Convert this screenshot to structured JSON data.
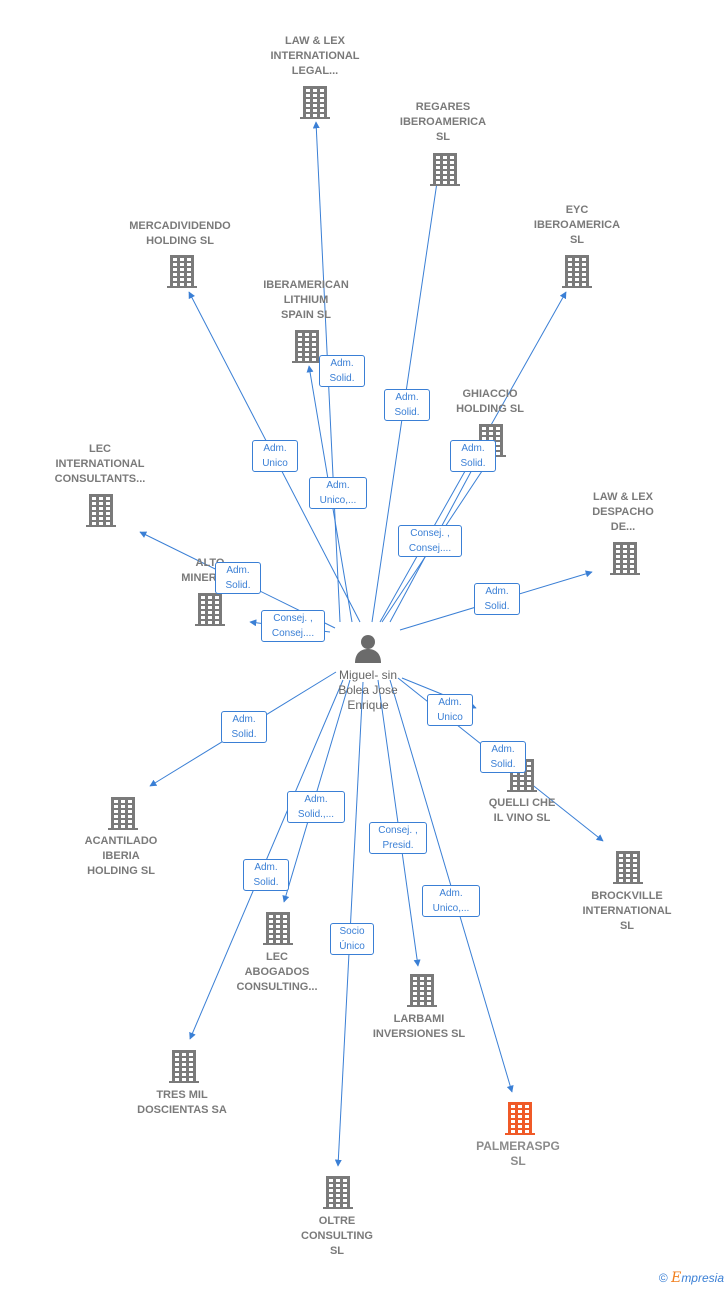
{
  "center": {
    "name": "Miguel- sin\nBolea Jose\nEnrique"
  },
  "companies": [
    {
      "id": "law_lex_intl",
      "name": "LAW & LEX\nINTERNATIONAL\nLEGAL...",
      "highlight": false
    },
    {
      "id": "regares",
      "name": "REGARES\nIBEROAMERICA\nSL",
      "highlight": false
    },
    {
      "id": "mercadividendo",
      "name": "MERCADIVIDENDO\nHOLDING  SL",
      "highlight": false
    },
    {
      "id": "eyc",
      "name": "EYC\nIBEROAMERICA\nSL",
      "highlight": false
    },
    {
      "id": "iberamerican",
      "name": "IBERAMERICAN\nLITHIUM\nSPAIN  SL",
      "highlight": false
    },
    {
      "id": "ghiaccio",
      "name": "GHIACCIO\nHOLDING  SL",
      "highlight": false
    },
    {
      "id": "lec_intl",
      "name": "LEC\nINTERNATIONAL\nCONSULTANTS...",
      "highlight": false
    },
    {
      "id": "law_lex_desp",
      "name": "LAW & LEX\nDESPACHO\nDE...",
      "highlight": false
    },
    {
      "id": "alto_minerals",
      "name": "ALTO\nMINERALS",
      "highlight": false
    },
    {
      "id": "acantilado",
      "name": "ACANTILADO\nIBERIA\nHOLDING  SL",
      "highlight": false
    },
    {
      "id": "quelli",
      "name": "QUELLI CHE\nIL VINO  SL",
      "highlight": false
    },
    {
      "id": "brockville",
      "name": "BROCKVILLE\nINTERNATIONAL\nSL",
      "highlight": false
    },
    {
      "id": "lec_abogados",
      "name": "LEC\nABOGADOS\nCONSULTING...",
      "highlight": false
    },
    {
      "id": "larbami",
      "name": "LARBAMI\nINVERSIONES SL",
      "highlight": false
    },
    {
      "id": "tres_mil",
      "name": "TRES MIL\nDOSCIENTAS SA",
      "highlight": false
    },
    {
      "id": "palmeraspg",
      "name": "PALMERASPG\nSL",
      "highlight": true
    },
    {
      "id": "oltre",
      "name": "OLTRE\nCONSULTING\nSL",
      "highlight": false
    }
  ],
  "relations": [
    {
      "id": "r1",
      "label": "Adm.\nSolid."
    },
    {
      "id": "r2",
      "label": "Adm.\nSolid."
    },
    {
      "id": "r3",
      "label": "Adm.\nUnico"
    },
    {
      "id": "r4",
      "label": "Adm.\nUnico,..."
    },
    {
      "id": "r5",
      "label": "Adm.\nSolid."
    },
    {
      "id": "r6",
      "label": "Consej. ,\nConsej...."
    },
    {
      "id": "r7",
      "label": "Adm.\nSolid."
    },
    {
      "id": "r8",
      "label": "Consej. ,\nConsej...."
    },
    {
      "id": "r9",
      "label": "Adm.\nSolid."
    },
    {
      "id": "r10",
      "label": "Adm.\nSolid."
    },
    {
      "id": "r11",
      "label": "Adm.\nUnico"
    },
    {
      "id": "r12",
      "label": "Adm.\nSolid."
    },
    {
      "id": "r13",
      "label": "Adm.\nSolid.,..."
    },
    {
      "id": "r14",
      "label": "Adm.\nSolid."
    },
    {
      "id": "r15",
      "label": "Consej. ,\nPresid."
    },
    {
      "id": "r16",
      "label": "Adm.\nUnico,..."
    },
    {
      "id": "r17",
      "label": "Socio\nÚnico"
    }
  ],
  "colors": {
    "edge": "#3a7fd5",
    "building": "#7a7a7a",
    "highlight": "#f05a28"
  },
  "footer": {
    "copyright": "©",
    "brand_first": "E",
    "brand_rest": "mpresia"
  }
}
